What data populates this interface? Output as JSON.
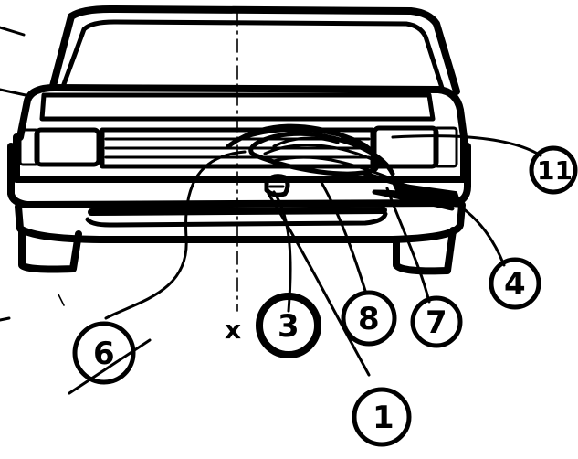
{
  "diagram": {
    "callouts": [
      {
        "id": "label-6",
        "text": "6"
      },
      {
        "id": "label-3",
        "text": "3"
      },
      {
        "id": "label-8",
        "text": "8"
      },
      {
        "id": "label-7",
        "text": "7"
      },
      {
        "id": "label-1",
        "text": "1"
      },
      {
        "id": "label-4",
        "text": "4"
      },
      {
        "id": "label-11",
        "text": "11"
      }
    ],
    "axis_marker": "x",
    "colors": {
      "ink": "#000000",
      "paper": "#ffffff"
    }
  }
}
